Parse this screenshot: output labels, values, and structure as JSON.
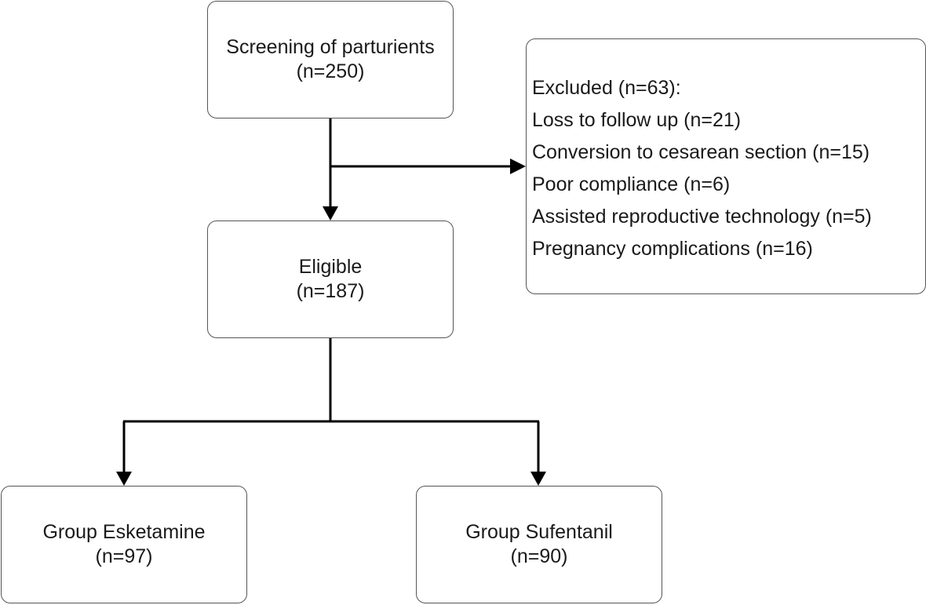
{
  "screening": {
    "title": "Screening of parturients",
    "count": "(n=250)"
  },
  "eligible": {
    "title": "Eligible",
    "count": "(n=187)"
  },
  "excluded": {
    "header": "Excluded (n=63):",
    "reasons": [
      "Loss to follow up (n=21)",
      "Conversion to cesarean section (n=15)",
      "Poor compliance (n=6)",
      "Assisted reproductive technology (n=5)",
      "Pregnancy complications (n=16)"
    ]
  },
  "groups": [
    {
      "title": "Group Esketamine",
      "count": "(n=97)"
    },
    {
      "title": "Group Sufentanil",
      "count": "(n=90)"
    }
  ]
}
